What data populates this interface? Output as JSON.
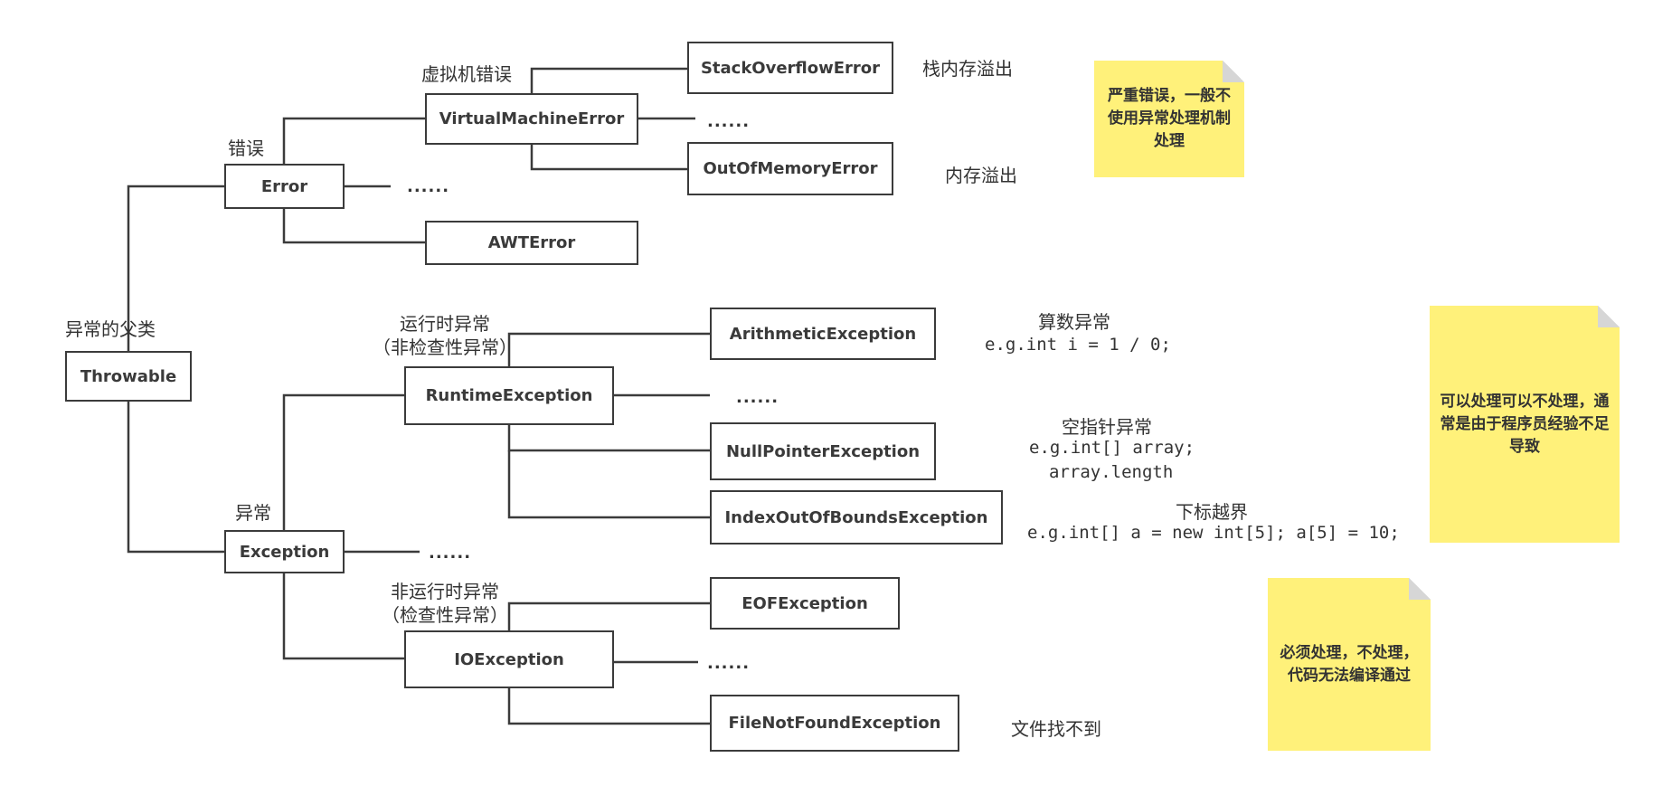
{
  "nodes": {
    "throwable": "Throwable",
    "error": "Error",
    "virtual_machine_error": "VirtualMachineError",
    "stack_overflow_error": "StackOverflowError",
    "out_of_memory_error": "OutOfMemoryError",
    "awt_error": "AWTError",
    "exception": "Exception",
    "runtime_exception": "RuntimeException",
    "arithmetic_exception": "ArithmeticException",
    "null_pointer_exception": "NullPointerException",
    "index_out_of_bounds_exception": "IndexOutOfBoundsException",
    "io_exception": "IOException",
    "eof_exception": "EOFException",
    "file_not_found_exception": "FileNotFoundException"
  },
  "labels": {
    "throwable_label": "异常的父类",
    "error_label": "错误",
    "vm_error_label": "虚拟机错误",
    "exception_label": "异常",
    "runtime_label_line1": "运行时异常",
    "runtime_label_line2": "（非检查性异常）",
    "io_label_line1": "非运行时异常",
    "io_label_line2": "（检查性异常）",
    "stack_overflow_desc": "栈内存溢出",
    "out_of_memory_desc": "内存溢出",
    "arithmetic_desc": "算数异常",
    "arithmetic_code": "e.g.int i = 1 / 0;",
    "null_pointer_desc": "空指针异常",
    "null_pointer_code_line1": "e.g.int[] array;",
    "null_pointer_code_line2": "array.length",
    "index_desc": "下标越界",
    "index_code": "e.g.int[] a = new int[5]; a[5] = 10;",
    "file_not_found_desc": "文件找不到",
    "ellipsis": "......"
  },
  "notes": {
    "error_note": "严重错误，一般不使用异常处理机制处理",
    "runtime_note": "可以处理可以不处理，通常是由于程序员经验不足导致",
    "checked_note": "必须处理，不处理，代码无法编译通过"
  },
  "colors": {
    "line": "#3b3b3b",
    "note_fill": "#fff17a",
    "node_border": "#3b3b3b"
  }
}
